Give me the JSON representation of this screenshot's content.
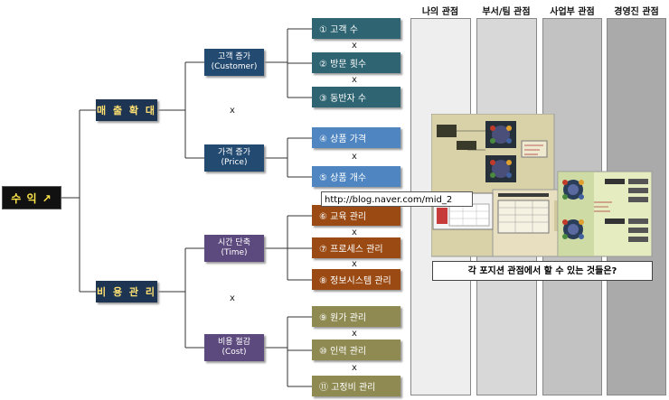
{
  "root": "수 익 ↗",
  "level1": [
    "매 출 확 대",
    "비 용 관 리"
  ],
  "level2": [
    {
      "line1": "고객 증가",
      "line2": "(Customer)"
    },
    {
      "line1": "가격 증가",
      "line2": "(Price)"
    },
    {
      "line1": "시간 단축",
      "line2": "(Time)"
    },
    {
      "line1": "비용 절감",
      "line2": "(Cost)"
    }
  ],
  "leaves": [
    "① 고객 수",
    "② 방문 횟수",
    "③ 동반자 수",
    "④ 상품 가격",
    "⑤ 상품 개수",
    "⑥ 교육 관리",
    "⑦ 프로세스 관리",
    "⑧ 정보시스템 관리",
    "⑨ 원가 관리",
    "⑩ 인력 관리",
    "⑪ 고정비 관리"
  ],
  "multiply": "x",
  "columns": [
    "나의 관점",
    "부서/팀 관점",
    "사업부 관점",
    "경영진 관점"
  ],
  "colors": {
    "col1": "#eeeeee",
    "col2": "#d8d8d8",
    "col3": "#c2c2c2",
    "col4": "#aaaaaa"
  },
  "url": "http://blog.naver.com/mid_2",
  "caption": "각 포지션 관점에서 할 수 있는 것들은?"
}
